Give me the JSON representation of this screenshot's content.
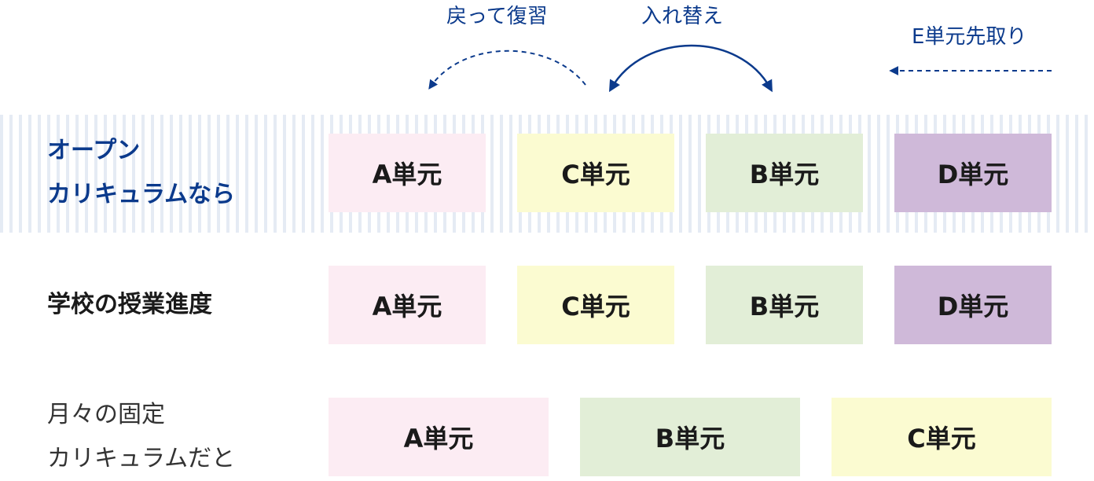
{
  "annotations": {
    "review": "戻って復習",
    "swap": "入れ替え",
    "advance": "E単元先取り"
  },
  "rows": [
    {
      "id": "open",
      "label_lines": [
        "オープン",
        "カリキュラムなら"
      ],
      "units": [
        "A単元",
        "C単元",
        "B単元",
        "D単元"
      ]
    },
    {
      "id": "school",
      "label_lines": [
        "学校の授業進度"
      ],
      "units": [
        "A単元",
        "C単元",
        "B単元",
        "D単元"
      ]
    },
    {
      "id": "fixed",
      "label_lines": [
        "月々の固定",
        "カリキュラムだと"
      ],
      "units": [
        "A単元",
        "B単元",
        "C単元"
      ]
    }
  ],
  "colors": {
    "accent": "#0b3a8c",
    "unit_a": "#fcecf3",
    "unit_b": "#e2eed7",
    "unit_c": "#fbfbd1",
    "unit_d": "#cfb9d9",
    "stripe": "#e5ebf4"
  }
}
